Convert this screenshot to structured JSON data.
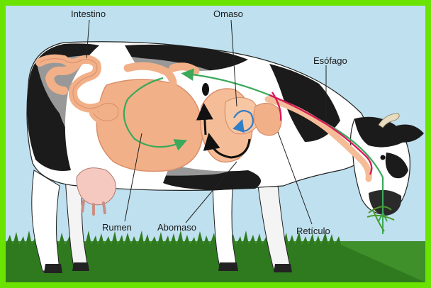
{
  "labels": {
    "intestino": "Intestino",
    "omaso": "Omaso",
    "esofago": "Esófago",
    "rumen": "Rumen",
    "abomaso": "Abomaso",
    "reticulo": "Retículo"
  },
  "colors": {
    "frame": "#6be300",
    "sky": "#bfe0ef",
    "grass": "#3f8f2a",
    "organ": "#f2b088",
    "organ_outline": "#d98f6b",
    "flow_green": "#3aa95a",
    "flow_blue": "#2f7fc8",
    "flow_red": "#d81c5c",
    "flow_black": "#111111"
  }
}
